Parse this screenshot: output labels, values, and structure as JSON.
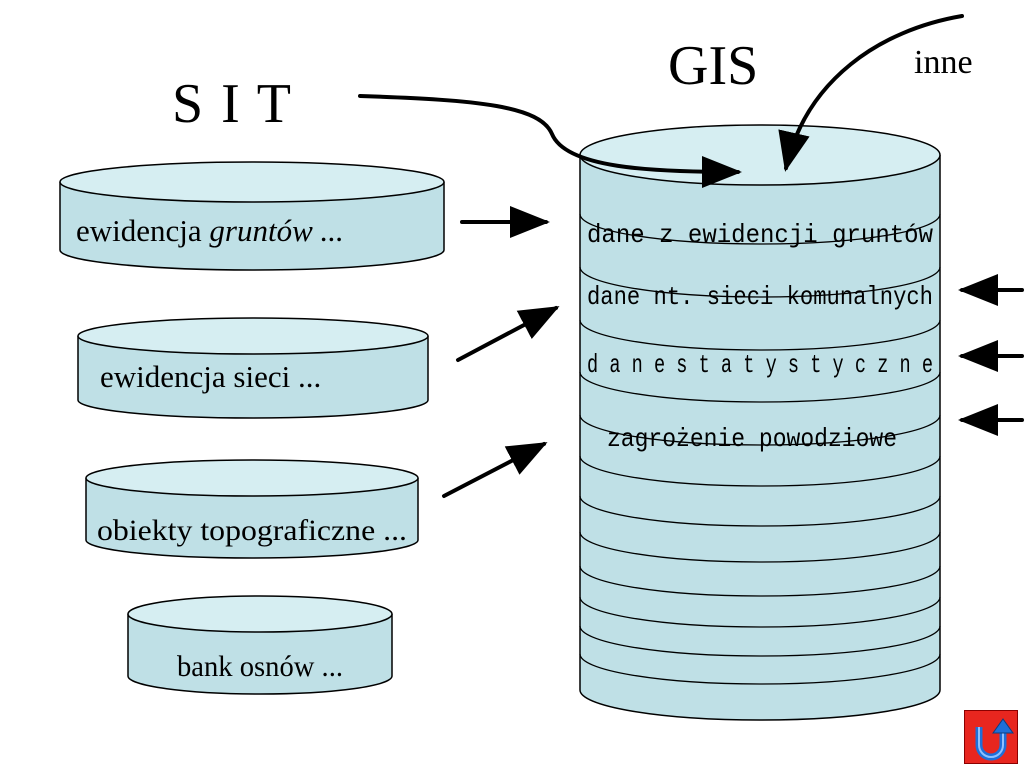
{
  "titles": {
    "sit": "S I T",
    "gis": "GIS",
    "inne": "inne"
  },
  "sources": [
    {
      "id": "grunty",
      "label_plain": "ewidencja ",
      "label_italic": "gruntów ...",
      "label_dots": ""
    },
    {
      "id": "sieci",
      "label_plain": "ewidencja sieci",
      "label_italic": "",
      "label_dots": " ..."
    },
    {
      "id": "topo",
      "label_plain": "obiekty topograficzne",
      "label_italic": "",
      "label_dots": " ..."
    },
    {
      "id": "osnowy",
      "label_plain": "bank osnów",
      "label_italic": "",
      "label_dots": " ..."
    }
  ],
  "gis_layers": [
    "dane z ewidencji gruntów",
    "dane nt. sieci komunalnych",
    "d a n e  s t a t y s t y c z n e",
    "zagrożenie powodziowe"
  ],
  "colors": {
    "cylinder_fill": "#bfe0e6",
    "cylinder_top": "#d6eef2",
    "stroke": "#000000",
    "return_button": "#e8261f"
  },
  "icons": {
    "return": "u-turn-return-icon"
  }
}
